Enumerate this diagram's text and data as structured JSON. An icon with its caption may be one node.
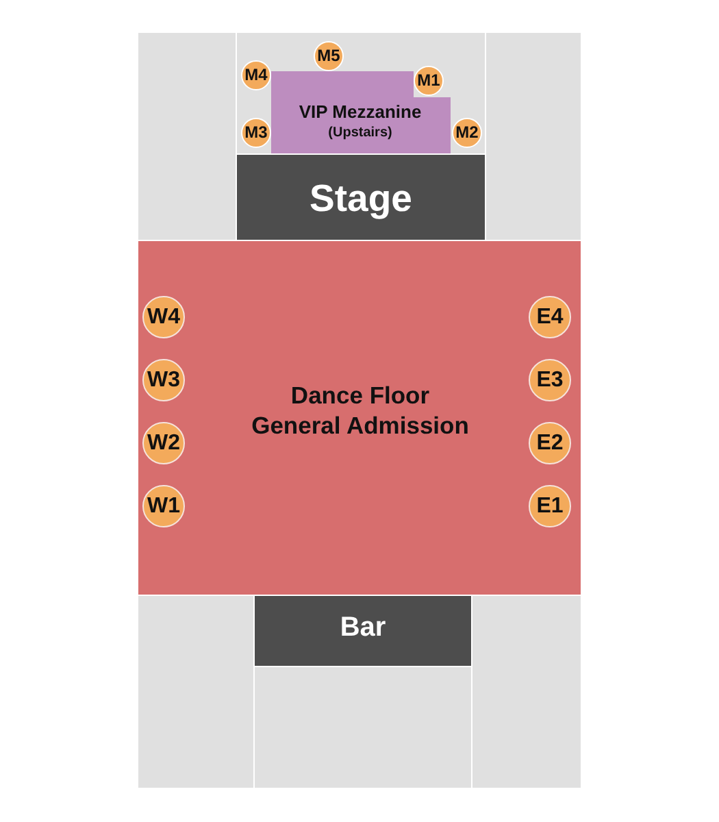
{
  "diagram": {
    "nodes": [
      {
        "text": [],
        "shape": "box"
      },
      {
        "text": [],
        "shape": "box"
      },
      {
        "text": [
          "M5"
        ],
        "in": 1
      },
      {
        "text": [
          "M4"
        ],
        "in": 1
      },
      {
        "text": [
          "M1"
        ],
        "in": 1
      },
      {
        "text": [
          "VIP Mezzanine",
          "(Upstairs)"
        ],
        "in": 1
      },
      {
        "text": [
          "M3"
        ],
        "in": 1
      },
      {
        "text": [
          "M2"
        ],
        "in": 1
      },
      {
        "text": [],
        "shape": "box"
      },
      {
        "text": [
          "Stage"
        ]
      },
      {
        "text": [
          "Dance Floor",
          "General Admission"
        ]
      },
      {
        "text": [
          "W4"
        ],
        "in": 10
      },
      {
        "text": [
          "E4"
        ],
        "in": 10
      },
      {
        "text": [
          "W3"
        ],
        "in": 10
      },
      {
        "text": [
          "E3"
        ],
        "in": 10
      },
      {
        "text": [
          "W2"
        ],
        "in": 10
      },
      {
        "text": [
          "E2"
        ],
        "in": 10
      },
      {
        "text": [
          "W1"
        ],
        "in": 10
      },
      {
        "text": [
          "E1"
        ],
        "in": 10
      },
      {
        "text": [],
        "shape": "box"
      },
      {
        "text": [
          "Bar"
        ]
      },
      {
        "text": [],
        "shape": "box"
      },
      {
        "text": [],
        "shape": "box"
      }
    ]
  }
}
